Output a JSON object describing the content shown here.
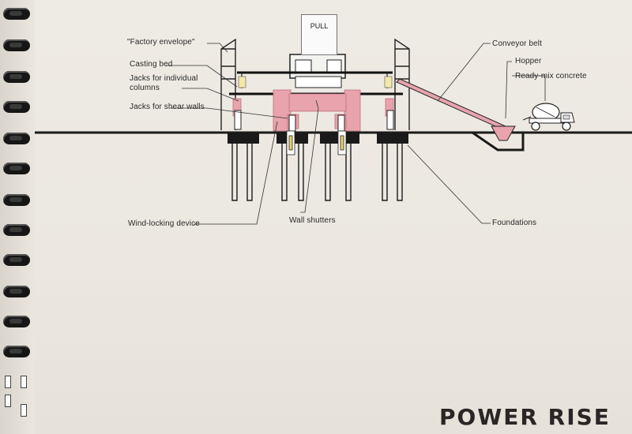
{
  "diagram": {
    "title": "POWER RISE",
    "pull_label": "PULL",
    "labels": {
      "factory_envelope": "\"Factory envelope\"",
      "casting_bed": "Casting bed",
      "jacks_columns_1": "Jacks for individual",
      "jacks_columns_2": "columns",
      "jacks_shear_walls": "Jacks for shear walls",
      "wind_locking": "Wind-locking device",
      "wall_shutters": "Wall shutters",
      "conveyor_belt": "Conveyor belt",
      "hopper": "Hopper",
      "ready_mix": "Ready-mix concrete",
      "foundations": "Foundations"
    },
    "colors": {
      "pink": "#e8a3ac",
      "pink_dark": "#d98a95",
      "ink": "#1a1a1a",
      "paper": "#eeeae4"
    }
  }
}
